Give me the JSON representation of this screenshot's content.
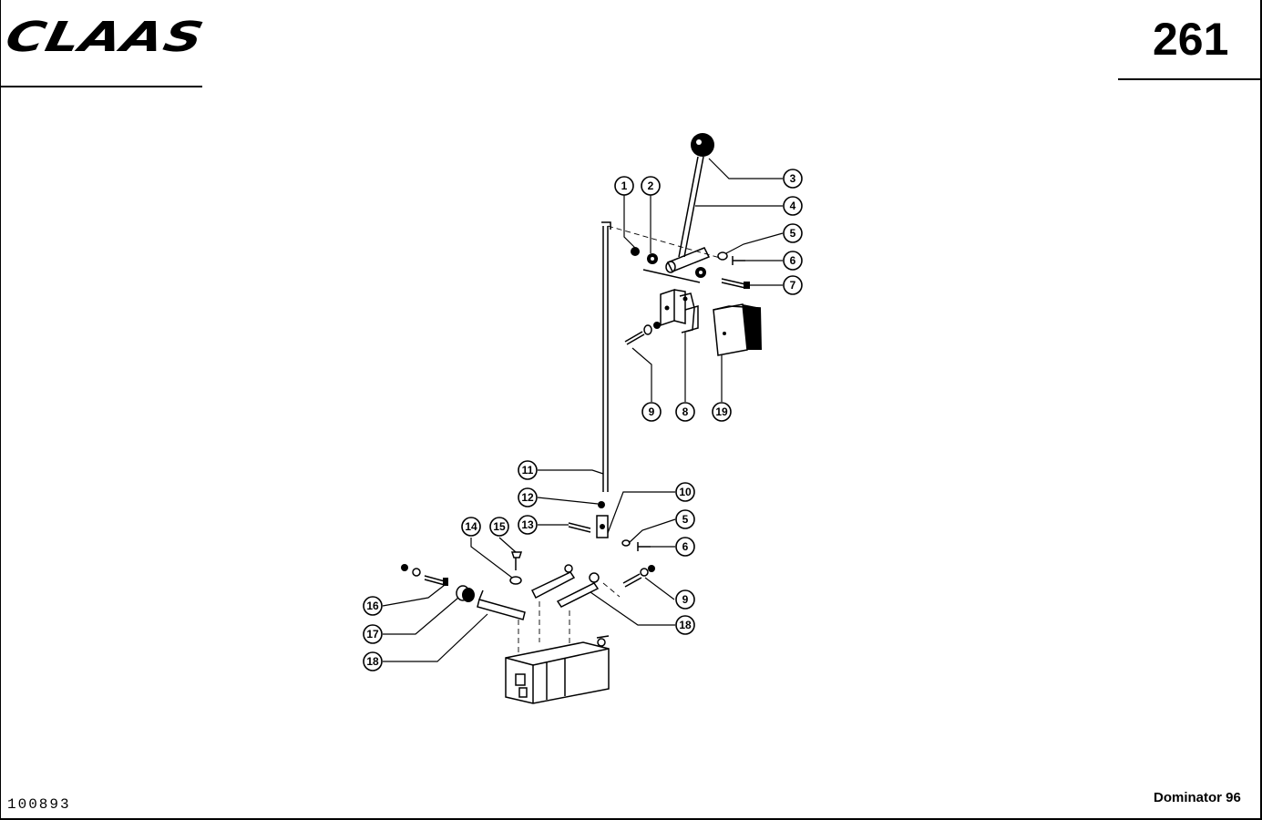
{
  "header": {
    "brand": "CLAAS",
    "page_number": "261"
  },
  "footer": {
    "drawing_number": "100893",
    "model": "Dominator 96"
  },
  "callouts": [
    {
      "id": "c1",
      "label": "1"
    },
    {
      "id": "c2",
      "label": "2"
    },
    {
      "id": "c3",
      "label": "3"
    },
    {
      "id": "c4",
      "label": "4"
    },
    {
      "id": "c5a",
      "label": "5"
    },
    {
      "id": "c6a",
      "label": "6"
    },
    {
      "id": "c7",
      "label": "7"
    },
    {
      "id": "c9a",
      "label": "9"
    },
    {
      "id": "c8",
      "label": "8"
    },
    {
      "id": "c19",
      "label": "19"
    },
    {
      "id": "c11",
      "label": "11"
    },
    {
      "id": "c10",
      "label": "10"
    },
    {
      "id": "c12",
      "label": "12"
    },
    {
      "id": "c13",
      "label": "13"
    },
    {
      "id": "c5b",
      "label": "5"
    },
    {
      "id": "c14",
      "label": "14"
    },
    {
      "id": "c15",
      "label": "15"
    },
    {
      "id": "c6b",
      "label": "6"
    },
    {
      "id": "c16",
      "label": "16"
    },
    {
      "id": "c9b",
      "label": "9"
    },
    {
      "id": "c17",
      "label": "17"
    },
    {
      "id": "c18b",
      "label": "18"
    },
    {
      "id": "c18a",
      "label": "18"
    }
  ]
}
